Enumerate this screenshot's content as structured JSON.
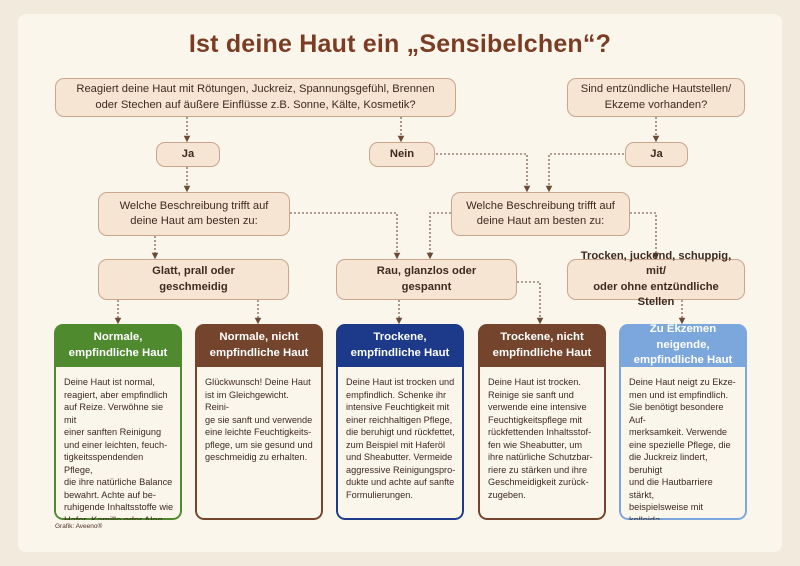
{
  "title": "Ist deine Haut ein „Sensibelchen“?",
  "questions": {
    "q1": "Reagiert deine Haut mit Rötungen, Juckreiz, Spannungsgefühl, Brennen\noder Stechen auf äußere Einflüsse z.B. Sonne, Kälte, Kosmetik?",
    "q2": "Sind entzündliche Hautstellen/\nEkzeme vorhanden?"
  },
  "answers": {
    "ja_left": "Ja",
    "nein": "Nein",
    "ja_right": "Ja"
  },
  "describe": {
    "left": "Welche Beschreibung trifft auf\ndeine Haut am besten zu:",
    "right": "Welche Beschreibung trifft auf\ndeine Haut am besten zu:"
  },
  "descriptions": {
    "smooth": "Glatt, prall oder\ngeschmeidig",
    "rough": "Rau, glanzlos oder\ngespannt",
    "dry_itchy": "Trocken, juckend, schuppig, mit/\noder ohne entzündliche Stellen"
  },
  "colors": {
    "green": "#4f8a2e",
    "brown": "#74442c",
    "blue": "#1d3a8a",
    "lightblue": "#7ba7dd",
    "title": "#7a3d24"
  },
  "results": [
    {
      "heading": "Normale,\nempfindliche Haut",
      "color": "#4f8a2e",
      "text": "Deine Haut ist normal,\nreagiert, aber empfindlich\nauf Reize. Verwöhne sie mit\neiner sanften Reinigung\nund einer leichten, feuch-\ntigkeitsspendenden Pflege,\ndie ihre natürliche Balance\nbewahrt. Achte auf be-\nruhigende Inhaltsstoffe wie\nHafer, Kamille oder Aloe\nVera, die Rötungen und\nIrritationen mildern."
    },
    {
      "heading": "Normale, nicht\nempfindliche Haut",
      "color": "#74442c",
      "text": "Glückwunsch! Deine Haut\nist im Gleichgewicht. Reini-\nge sie sanft und verwende\neine leichte Feuchtigkeits-\npflege, um sie gesund und\ngeschmeidig zu erhalten."
    },
    {
      "heading": "Trockene,\nempfindliche Haut",
      "color": "#1d3a8a",
      "text": "Deine Haut ist trocken und\nempfindlich. Schenke ihr\nintensive Feuchtigkeit mit\neiner reichhaltigen Pflege,\ndie beruhigt und rückfettet,\nzum Beispiel mit Haferöl\nund Sheabutter. Vermeide\naggressive Reinigungspro-\ndukte und achte auf sanfte\nFormulierungen."
    },
    {
      "heading": "Trockene, nicht\nempfindliche Haut",
      "color": "#74442c",
      "text": "Deine Haut ist trocken.\nReinige sie sanft und\nverwende eine intensive\nFeuchtigkeitspflege mit\nrückfettenden Inhaltsstof-\nfen wie Sheabutter, um\nihre natürliche Schutzbar-\nriere zu stärken und ihre\nGeschmeidigkeit zurück-\nzugeben."
    },
    {
      "heading": "Zu Ekzemen neigende,\nempfindliche Haut",
      "color": "#7ba7dd",
      "text": "Deine Haut neigt zu Ekze-\nmen und ist empfindlich.\nSie benötigt besondere Auf-\nmerksamkeit. Verwende\neine spezielle Pflege, die\ndie Juckreiz lindert, beruhigt\nund die Hautbarriere stärkt,\nbeispielsweise mit kolloida-\nlem Hafermehl. Achte auf\nparfümfreie und hypoaller-\ngene Produkte. Bei an-\nhaltenden Beschwerden\nsuche einen Arzt auf."
    }
  ],
  "credit": "Grafik: Aveeno®"
}
